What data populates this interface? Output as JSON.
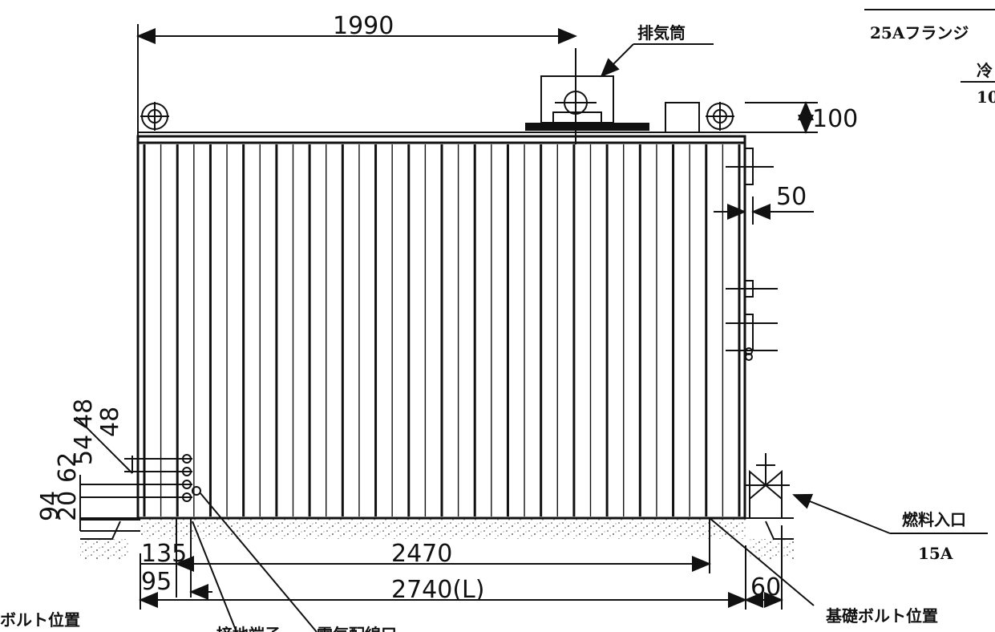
{
  "dimensions": {
    "overall_width": "1990",
    "stack_height": "100",
    "side_offset": "50",
    "base_left_1": "135",
    "base_left_2": "95",
    "bolt_span": "2470",
    "length": "2740(L)",
    "base_right": "60",
    "left_vertical": [
      "94",
      "20",
      "62",
      "54",
      "48",
      "48"
    ]
  },
  "labels": {
    "exhaust_stack": "排気筒",
    "flange_top": "25Aフランジ",
    "cooling_top": "冷",
    "cooling_num": "10",
    "fuel_inlet": "燃料入口",
    "fuel_size": "15A",
    "foundation_bolt_right": "基礎ボルト位置",
    "foundation_bolt_left": "ボルト位置",
    "bottom_left_a": "接地端子",
    "bottom_left_b": "電気配線口"
  },
  "colors": {
    "ink": "#111111",
    "paper": "#ffffff"
  }
}
